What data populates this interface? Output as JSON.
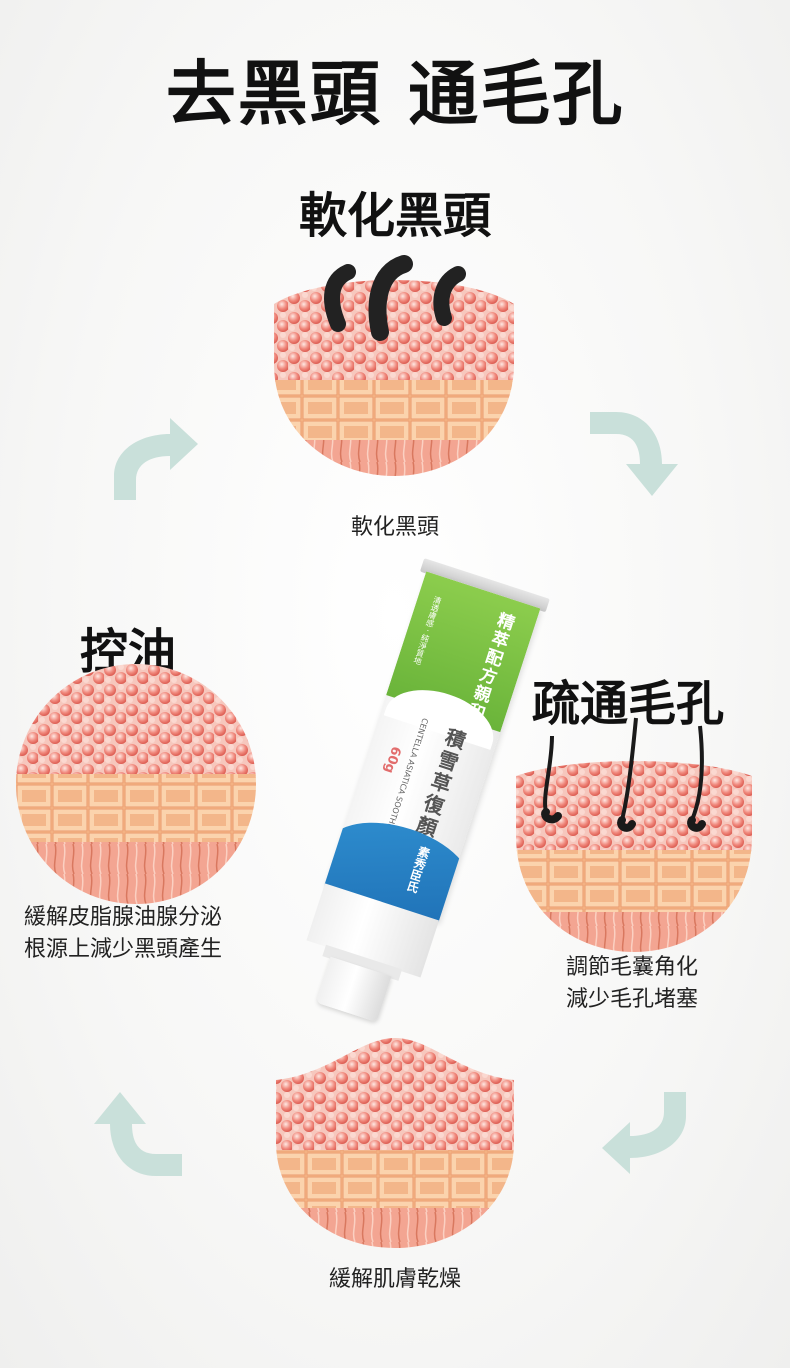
{
  "page": {
    "main_title": "去黑頭 通毛孔"
  },
  "sections": {
    "top": {
      "heading": "軟化黑頭",
      "caption": "軟化黑頭"
    },
    "left": {
      "heading": "控油",
      "caption_line1": "緩解皮脂腺油腺分泌",
      "caption_line2": "根源上減少黑頭產生"
    },
    "right": {
      "heading": "疏通毛孔",
      "caption_line1": "調節毛囊角化",
      "caption_line2": "減少毛孔堵塞"
    },
    "bottom": {
      "caption": "緩解肌膚乾燥"
    }
  },
  "product": {
    "green_band_text": "精萃配方親和肌",
    "name_text": "積雪草復顏舒緩膏",
    "english_text": "CENTELLA ASIATICA SOOTHING CREAM",
    "weight_text": "60g",
    "brand_text": "素秀臣氏",
    "small_text": "清透膚感 · 純淨質地"
  },
  "colors": {
    "arrow": "#c9e0da",
    "tube_green": "#79c043",
    "tube_blue": "#2f8fd0",
    "skin_red": "#e56b60",
    "skin_yellow": "#f4c08e"
  },
  "icons": {
    "arrow_top_left": "curved-arrow-icon",
    "arrow_top_right": "curved-arrow-icon",
    "arrow_bottom_left": "curved-arrow-icon",
    "arrow_bottom_right": "curved-arrow-icon"
  }
}
